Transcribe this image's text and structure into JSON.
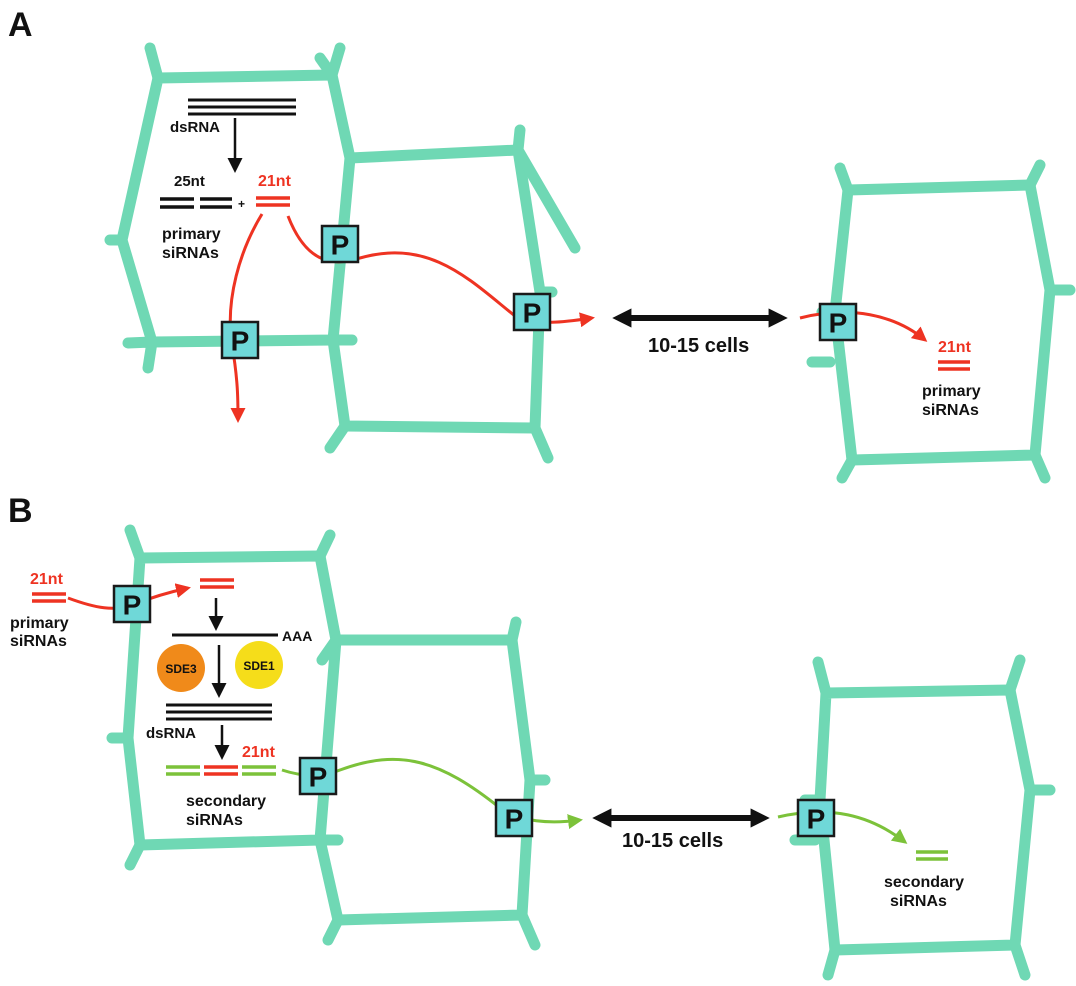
{
  "panels": {
    "a": {
      "label": "A",
      "ds_rna": "dsRNA",
      "nt25": "25nt",
      "plus": "+",
      "nt21": "21nt",
      "primary_line1": "primary",
      "primary_line2": "siRNAs",
      "distance": "10-15 cells",
      "far_nt21": "21nt",
      "far_line1": "primary",
      "far_line2": "siRNAs",
      "plasmodesma": "P"
    },
    "b": {
      "label": "B",
      "in_nt21": "21nt",
      "in_line1": "primary",
      "in_line2": "siRNAs",
      "polya": "AAA",
      "sde3": "SDE3",
      "sde1": "SDE1",
      "ds_rna": "dsRNA",
      "nt21": "21nt",
      "secondary_line1": "secondary",
      "secondary_line2": "siRNAs",
      "distance": "10-15 cells",
      "far_line1": "secondary",
      "far_line2": "siRNAs",
      "plasmodesma": "P"
    }
  },
  "colors": {
    "cell_wall": "#6fd8b4",
    "plasmodesma_fill": "#6fd8d8",
    "primary_sirna": "#ee3322",
    "secondary_sirna": "#7cc23a",
    "sde3": "#f08a1a",
    "sde1": "#f5dd1a",
    "rna": "#111111"
  },
  "icons": {
    "plasmodesma": "square-P-icon",
    "distance": "double-headed-arrow-icon"
  }
}
